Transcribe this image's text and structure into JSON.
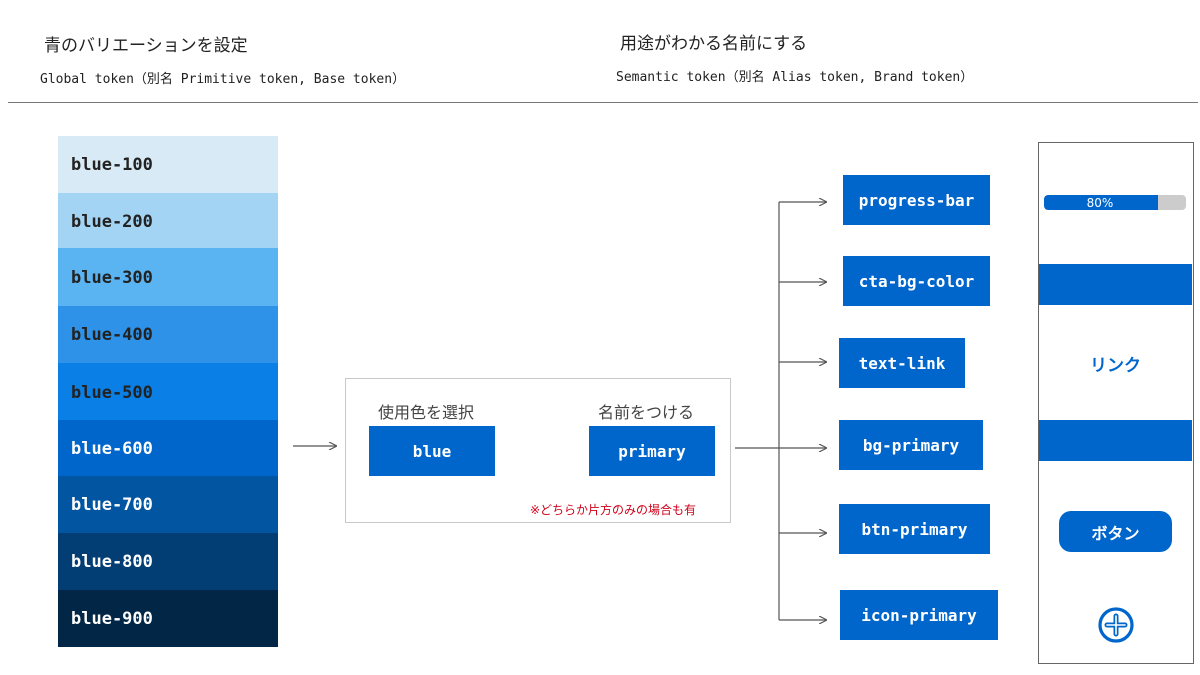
{
  "header": {
    "left_title": "青のバリエーションを設定",
    "left_subtitle": "Global token（別名 Primitive token, Base token）",
    "right_title": "用途がわかる名前にする",
    "right_subtitle": "Semantic token（別名 Alias token, Brand token）"
  },
  "global_tokens": [
    {
      "label": "blue-100",
      "color": "#d8eaf5",
      "text_color": "#222222"
    },
    {
      "label": "blue-200",
      "color": "#a4d4f4",
      "text_color": "#222222"
    },
    {
      "label": "blue-300",
      "color": "#5ab4f2",
      "text_color": "#222222"
    },
    {
      "label": "blue-400",
      "color": "#2e92e8",
      "text_color": "#222222"
    },
    {
      "label": "blue-500",
      "color": "#0a7fe6",
      "text_color": "#222222"
    },
    {
      "label": "blue-600",
      "color": "#0066cc",
      "text_color": "#ffffff"
    },
    {
      "label": "blue-700",
      "color": "#0255a0",
      "text_color": "#ffffff"
    },
    {
      "label": "blue-800",
      "color": "#023d73",
      "text_color": "#ffffff"
    },
    {
      "label": "blue-900",
      "color": "#012646",
      "text_color": "#ffffff"
    }
  ],
  "process": {
    "step1_label": "使用色を選択",
    "step1_value": "blue",
    "step2_label": "名前をつける",
    "step2_value": "primary",
    "note": "※どちらか片方のみの場合も有"
  },
  "semantic_tokens": [
    {
      "label": "progress-bar"
    },
    {
      "label": "cta-bg-color"
    },
    {
      "label": "text-link"
    },
    {
      "label": "bg-primary"
    },
    {
      "label": "btn-primary"
    },
    {
      "label": "icon-primary"
    }
  ],
  "preview": {
    "progress_value": 0.8,
    "progress_label": "80%",
    "link_label": "リンク",
    "button_label": "ボタン",
    "icon": "plus-circle-icon"
  },
  "colors": {
    "primary": "#0066cc",
    "track": "#cccccc",
    "note": "#d0021b",
    "line": "#555555"
  }
}
